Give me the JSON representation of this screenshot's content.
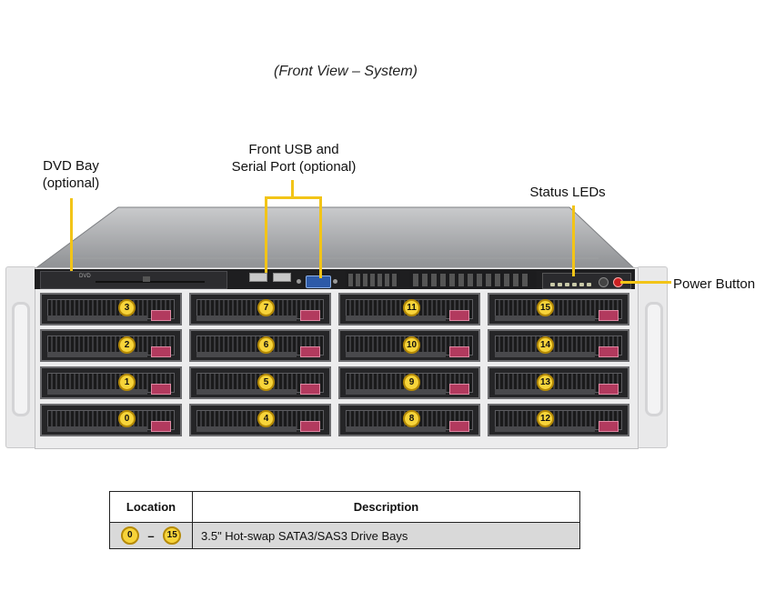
{
  "caption": "(Front View – System)",
  "callouts": {
    "dvd_line1": "DVD Bay",
    "dvd_line2": "(optional)",
    "usb_line1": "Front USB and",
    "usb_line2": "Serial Port (optional)",
    "status_leds": "Status LEDs",
    "power_button": "Power Button"
  },
  "colors": {
    "callout": "#f2c417",
    "badge": "#f7d43a",
    "latch": "#b23a5e"
  },
  "bays": {
    "col1": [
      "3",
      "2",
      "1",
      "0"
    ],
    "col2": [
      "7",
      "6",
      "5",
      "4"
    ],
    "col3": [
      "11",
      "10",
      "9",
      "8"
    ],
    "col4": [
      "15",
      "14",
      "13",
      "12"
    ]
  },
  "table": {
    "header_location": "Location",
    "header_description": "Description",
    "row_from": "0",
    "row_dash": "–",
    "row_to": "15",
    "row_description": "3.5\" Hot-swap SATA3/SAS3 Drive Bays"
  }
}
